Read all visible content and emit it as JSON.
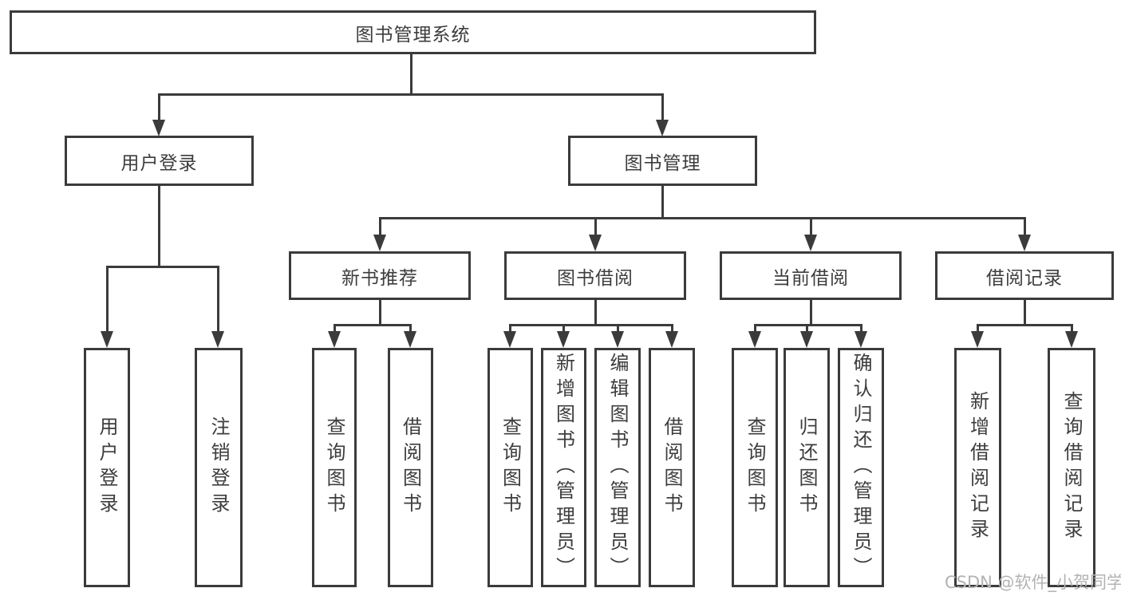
{
  "diagram": {
    "root": {
      "label": "图书管理系统"
    },
    "level2": [
      {
        "label": "用户登录"
      },
      {
        "label": "图书管理"
      }
    ],
    "level3": [
      {
        "label": "新书推荐"
      },
      {
        "label": "图书借阅"
      },
      {
        "label": "当前借阅"
      },
      {
        "label": "借阅记录"
      }
    ],
    "leaves": {
      "g1": [
        "用户登录",
        "注销登录"
      ],
      "g2": [
        "查询图书",
        "借阅图书"
      ],
      "g3": [
        "查询图书",
        "新增图书（管理员）",
        "编辑图书（管理员）",
        "借阅图书"
      ],
      "g4": [
        "查询图书",
        "归还图书",
        "确认归还（管理员）"
      ],
      "g5": [
        "新增借阅记录",
        "查询借阅记录"
      ]
    }
  },
  "watermark": {
    "text": "CSDN @软件_小贺同学"
  },
  "colors": {
    "line": "#3b3b3b",
    "text": "#3d3d3d",
    "background": "#ffffff",
    "watermark_text": "#b5b2b2"
  }
}
